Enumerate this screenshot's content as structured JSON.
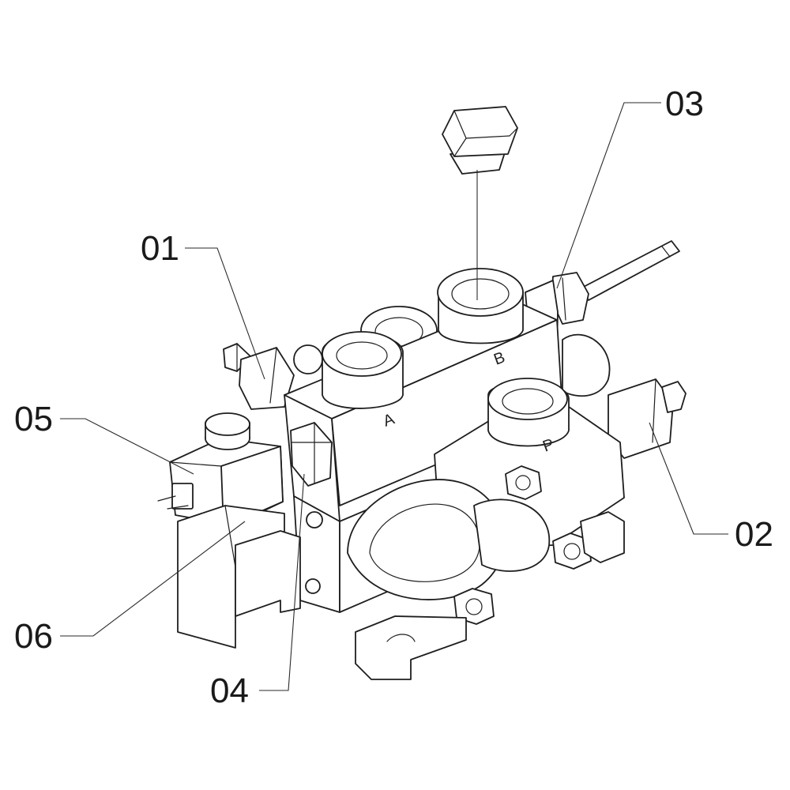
{
  "callouts": [
    {
      "id": "01",
      "label": "01"
    },
    {
      "id": "02",
      "label": "02"
    },
    {
      "id": "03",
      "label": "03"
    },
    {
      "id": "04",
      "label": "04"
    },
    {
      "id": "05",
      "label": "05"
    },
    {
      "id": "06",
      "label": "06"
    }
  ],
  "port_letters": {
    "a": "A",
    "b": "B",
    "p": "P"
  }
}
